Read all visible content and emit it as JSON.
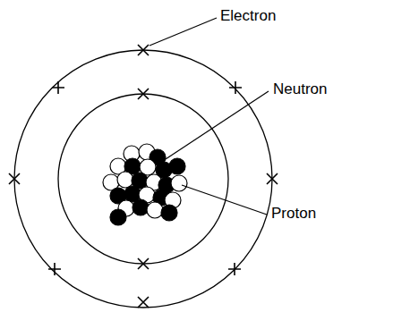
{
  "diagram": {
    "labels": [
      "Electron",
      "Neutron",
      "Proton"
    ]
  }
}
